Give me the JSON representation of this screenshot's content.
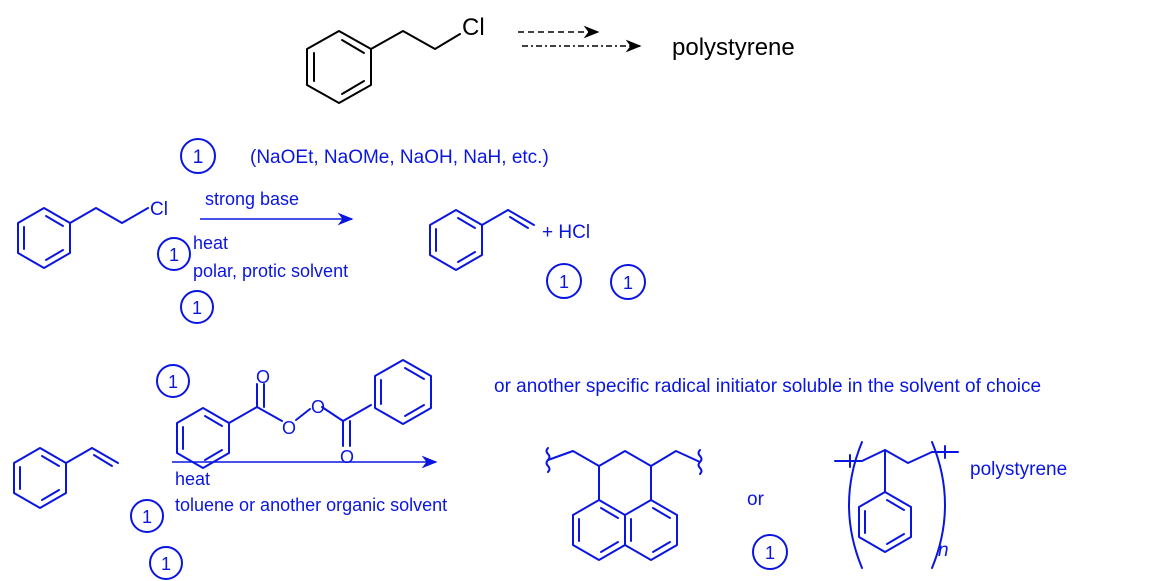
{
  "colors": {
    "annotation": "#0a16e0",
    "structure": "#000000"
  },
  "top": {
    "cl": "Cl",
    "product": "polystyrene"
  },
  "step1": {
    "circle": "1",
    "examples": "(NaOEt, NaOMe, NaOH, NaH, etc.)",
    "cl": "Cl",
    "above_arrow": "strong base",
    "below_arrow_1": "heat",
    "below_arrow_2": "polar, protic solvent",
    "plus_hcl": "+ HCl"
  },
  "step2": {
    "circle": "1",
    "initiator_o1": "O",
    "initiator_o2": "O",
    "initiator_o3": "O",
    "initiator_o4": "O",
    "note": "or another specific radical initiator soluble in the solvent of choice",
    "below_arrow_1": "heat",
    "below_arrow_2": "toluene or another organic solvent",
    "or": "or",
    "subscript": "n",
    "product": "polystyrene"
  }
}
